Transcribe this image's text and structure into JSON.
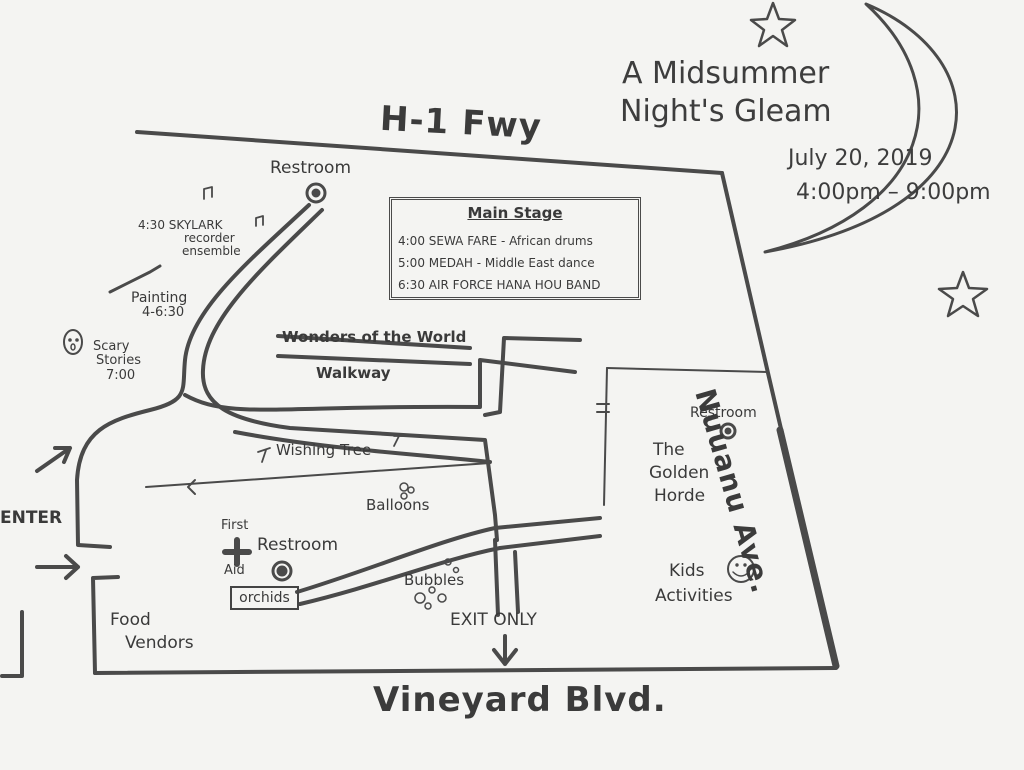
{
  "title": {
    "line1": "A Midsummer",
    "line2": "Night's Gleam"
  },
  "date": "July 20, 2019",
  "time": "4:00pm – 9:00pm",
  "roads": {
    "top": "H-1 Fwy",
    "bottom": "Vineyard Blvd.",
    "right": "Nuuanu Ave."
  },
  "main_stage": {
    "title": "Main Stage",
    "acts": [
      "4:00  SEWA FARE - African drums",
      "5:00  MEDAH - Middle East dance",
      "6:30  AIR FORCE HANA HOU BAND"
    ]
  },
  "places": {
    "restroom_top": "Restroom",
    "restroom_right": "Restroom",
    "restroom_center": "Restroom",
    "skylark_line1": "4:30 SKYLARK",
    "skylark_line2": "recorder",
    "skylark_line3": "ensemble",
    "painting_line1": "Painting",
    "painting_line2": "4-6:30",
    "scary_line1": "Scary",
    "scary_line2": "Stories",
    "scary_line3": "7:00",
    "wonders": "Wonders of the World",
    "walkway": "Walkway",
    "wishing_tree": "Wishing Tree",
    "golden_line1": "The",
    "golden_line2": "Golden",
    "golden_line3": "Horde",
    "balloons": "Balloons",
    "first_aid_line1": "First",
    "first_aid_line2": "Aid",
    "orchids": "orchids",
    "bubbles": "Bubbles",
    "kids_line1": "Kids",
    "kids_line2": "Activities",
    "food_line1": "Food",
    "food_line2": "Vendors",
    "exit_only": "EXIT ONLY",
    "enter": "ENTER"
  }
}
